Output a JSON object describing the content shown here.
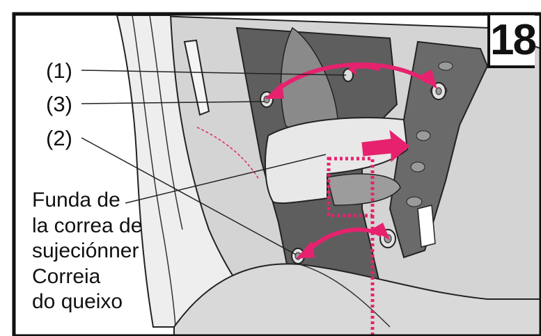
{
  "step_number": "18",
  "labels": {
    "part1": "(1)",
    "part3": "(3)",
    "part2": "(2)"
  },
  "caption_lines": [
    "Funda de",
    "la correa de",
    "sujeciónner",
    "Correia",
    "do queixo"
  ],
  "colors": {
    "arrow": "#e6226e",
    "guide_dotted": "#e6226e",
    "strap_dark": "#5e5e5e",
    "seat_light": "#cfcfcf",
    "frame": "#111111"
  }
}
